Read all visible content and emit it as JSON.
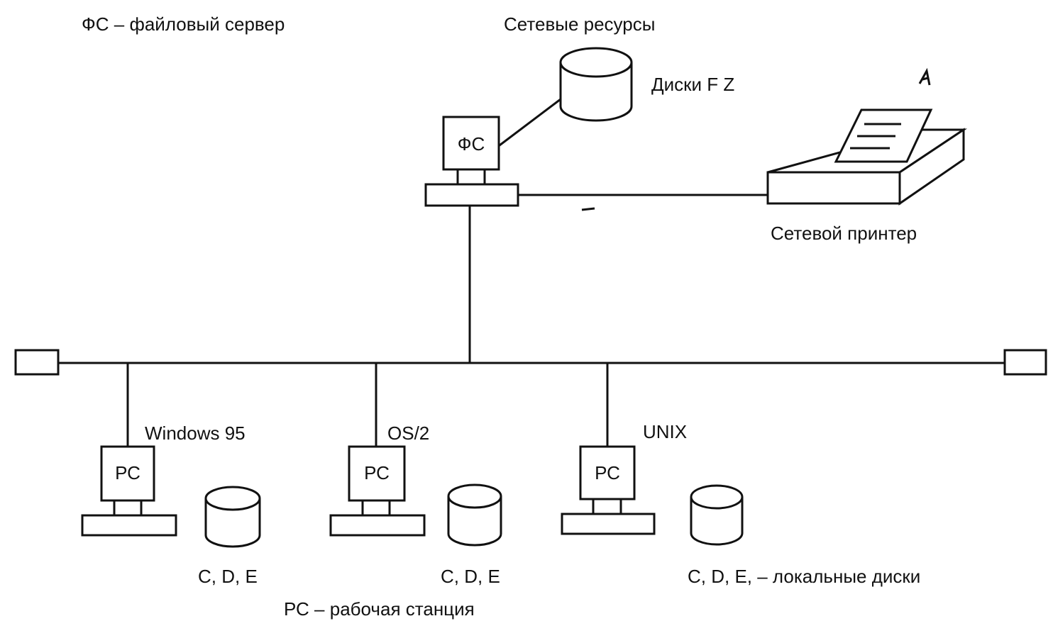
{
  "legend": {
    "fs": "ФС – файловый сервер",
    "pc": "РС – рабочая станция"
  },
  "server": {
    "label": "ФС",
    "resources_title": "Сетевые ресурсы",
    "disks_label": "Диски F   Z"
  },
  "printer": {
    "label": "Сетевой принтер"
  },
  "workstations": [
    {
      "os": "Windows 95",
      "label": "РС",
      "disks": "C, D, E"
    },
    {
      "os": "OS/2",
      "label": "РС",
      "disks": "C, D, E"
    },
    {
      "os": "UNIX",
      "label": "РС",
      "disks": "C, D, E, – локальные диски"
    }
  ]
}
